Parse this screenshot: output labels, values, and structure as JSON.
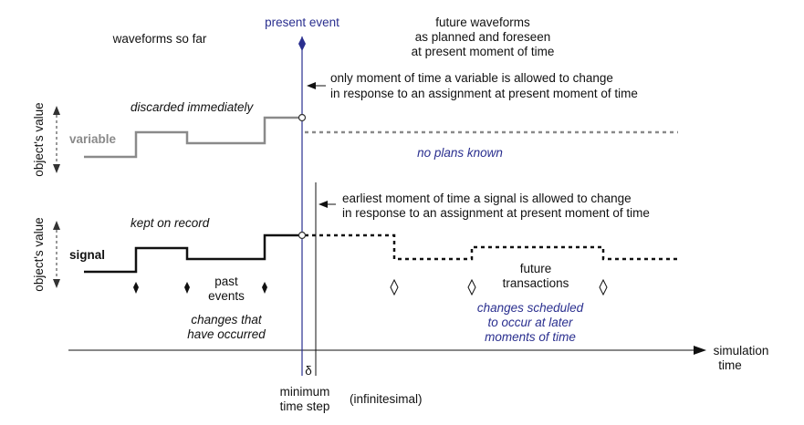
{
  "labels": {
    "present_event": "present event",
    "future_line1": "future waveforms",
    "future_line2": "as planned and foreseen",
    "future_line3": "at present moment of time",
    "waveforms_so_far": "waveforms so far",
    "variable_note_line1": "only moment of time a variable is allowed to change",
    "variable_note_line2": "in response to an assignment at present moment of time",
    "discarded": "discarded immediately",
    "objects_value_top": "object's value",
    "variable": "variable",
    "no_plans": "no plans known",
    "signal_note_line1": "earliest moment of time a signal is allowed to change",
    "signal_note_line2": "in response to an assignment at present moment of time",
    "kept_on_record": "kept on record",
    "objects_value_bottom": "object's value",
    "signal": "signal",
    "past_events_line1": "past",
    "past_events_line2": "events",
    "future_tx_line1": "future",
    "future_tx_line2": "transactions",
    "occurred_line1": "changes that",
    "occurred_line2": "have occurred",
    "scheduled_line1": "changes scheduled",
    "scheduled_line2": "to occur at later",
    "scheduled_line3": "moments of time",
    "simulation_line1": "simulation",
    "simulation_line2": "time",
    "delta": "δ",
    "min_step_line1": "minimum",
    "min_step_line2": "time step",
    "infinitesimal": "(infinitesimal)"
  },
  "colors": {
    "present_line": "#2a2f8f",
    "variable_wave": "#8a8a8a",
    "signal_wave": "#111111",
    "scheduled_text": "#2a2f8f"
  }
}
